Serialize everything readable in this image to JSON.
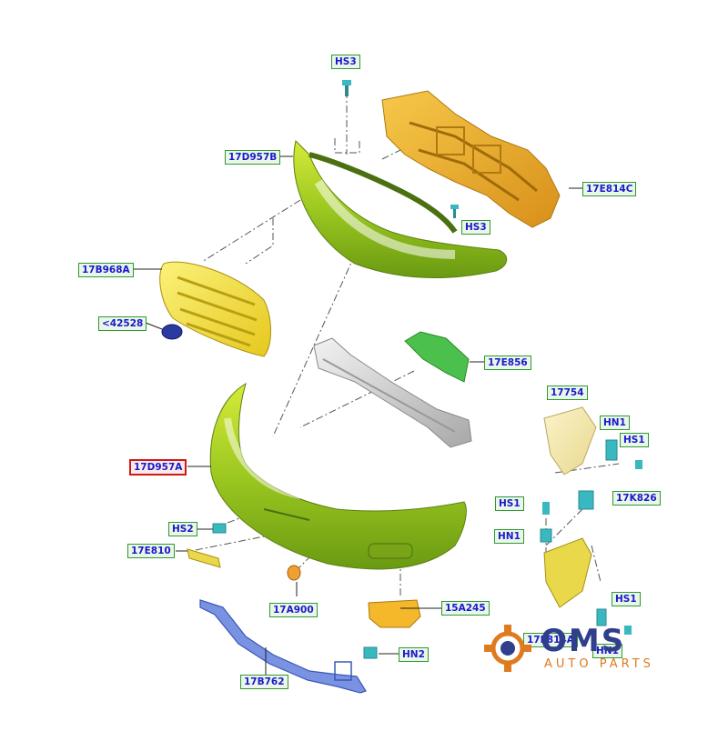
{
  "diagram": {
    "labels": {
      "hs3_top": "HS3",
      "d957b": "17D957B",
      "e814c": "17E814C",
      "hs3_mid": "HS3",
      "b968a": "17B968A",
      "badge": "<42528",
      "e856": "17E856",
      "p17754": "17754",
      "hn1_a": "HN1",
      "hs1_a": "HS1",
      "d957a": "17D957A",
      "hs1_b": "HS1",
      "k826": "17K826",
      "hs2": "HS2",
      "hn1_b": "HN1",
      "e810": "17E810",
      "a900": "17A900",
      "a245": "15A245",
      "hs1_c": "HS1",
      "e814a": "17E814A",
      "hn1_c": "HN1",
      "hn2": "HN2",
      "b762": "17B762"
    },
    "colors": {
      "label_border": "#2e9a2e",
      "label_text": "#1a1acc",
      "highlight_border": "#d01818",
      "bumper_green": "#9cc820",
      "carrier_orange": "#e8a81a",
      "grille_yellow": "#f0e040",
      "clip_cyan": "#3ab8c0",
      "bar_blue": "#5a78d8"
    }
  },
  "watermark": {
    "logo_text": "OMS",
    "tagline": "AUTO PARTS"
  }
}
